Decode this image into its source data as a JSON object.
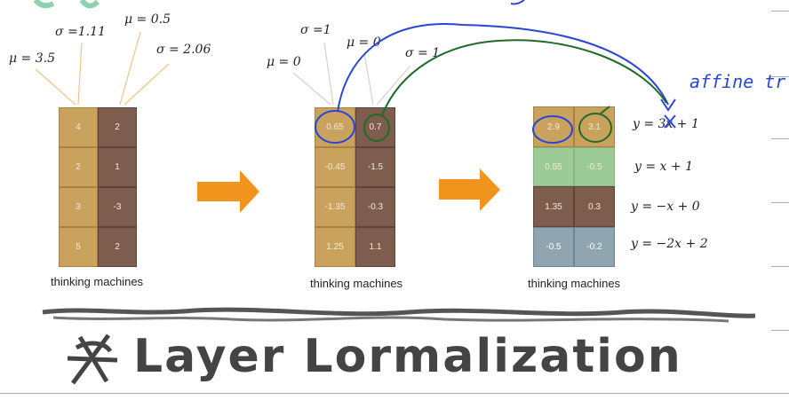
{
  "panel1": {
    "stats": [
      "μ = 3.5",
      "σ =1.11",
      "μ = 0.5",
      "σ = 2.06"
    ],
    "col1": [
      "4",
      "2",
      "3",
      "5"
    ],
    "col2": [
      "2",
      "1",
      "-3",
      "2"
    ],
    "caption": "thinking machines"
  },
  "panel2": {
    "stats": [
      "μ = 0",
      "σ =1",
      "μ = 0",
      "σ = 1"
    ],
    "col1": [
      "0.65",
      "-0.45",
      "-1.35",
      "1.25"
    ],
    "col2": [
      "0.7",
      "-1.5",
      "-0.3",
      "1.1"
    ],
    "caption": "thinking machines"
  },
  "panel3": {
    "row1": [
      "2.9",
      "3.1"
    ],
    "row2": [
      "0.55",
      "-0.5"
    ],
    "row3": [
      "1.35",
      "0.3"
    ],
    "row4": [
      "-0.5",
      "-0.2"
    ],
    "equations": [
      "y  = 3x + 1",
      "y  = x + 1",
      "y  = −x + 0",
      "y  = −2x + 2"
    ],
    "caption": "thinking machines"
  },
  "annotations": {
    "affine_note": "affine  tr",
    "title": "Layer Lormalization"
  },
  "colors": {
    "tan": "#c9a25e",
    "brown": "#7e5d4f",
    "green": "#9ccb98",
    "slate": "#8fa6b0",
    "arrow_orange": "#f0941e",
    "ink_blue": "#2a46d6",
    "ink_green": "#1f6b28"
  }
}
